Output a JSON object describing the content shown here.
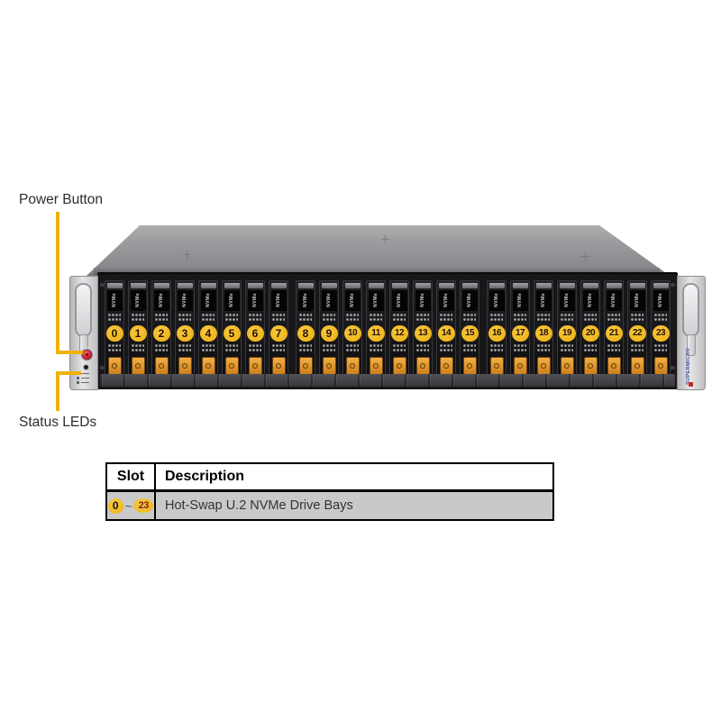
{
  "callouts": {
    "power_button_label": "Power Button",
    "status_leds_label": "Status LEDs",
    "line_color": "#f0b10c"
  },
  "chassis": {
    "brand": "SUPERMICRO",
    "drive_type_label": "NVMe",
    "slot_badge_color": "#f0b61e",
    "slot_groups": [
      [
        "0",
        "1",
        "2",
        "3",
        "4",
        "5",
        "6",
        "7"
      ],
      [
        "8",
        "9",
        "10",
        "11",
        "12",
        "13",
        "14",
        "15"
      ],
      [
        "16",
        "17",
        "18",
        "19",
        "20",
        "21",
        "22",
        "23"
      ]
    ]
  },
  "table": {
    "headers": {
      "slot": "Slot",
      "description": "Description"
    },
    "rows": [
      {
        "slot_start": "0",
        "slot_separator": "~",
        "slot_end": "23",
        "description": "Hot-Swap U.2 NVMe Drive Bays"
      }
    ]
  }
}
